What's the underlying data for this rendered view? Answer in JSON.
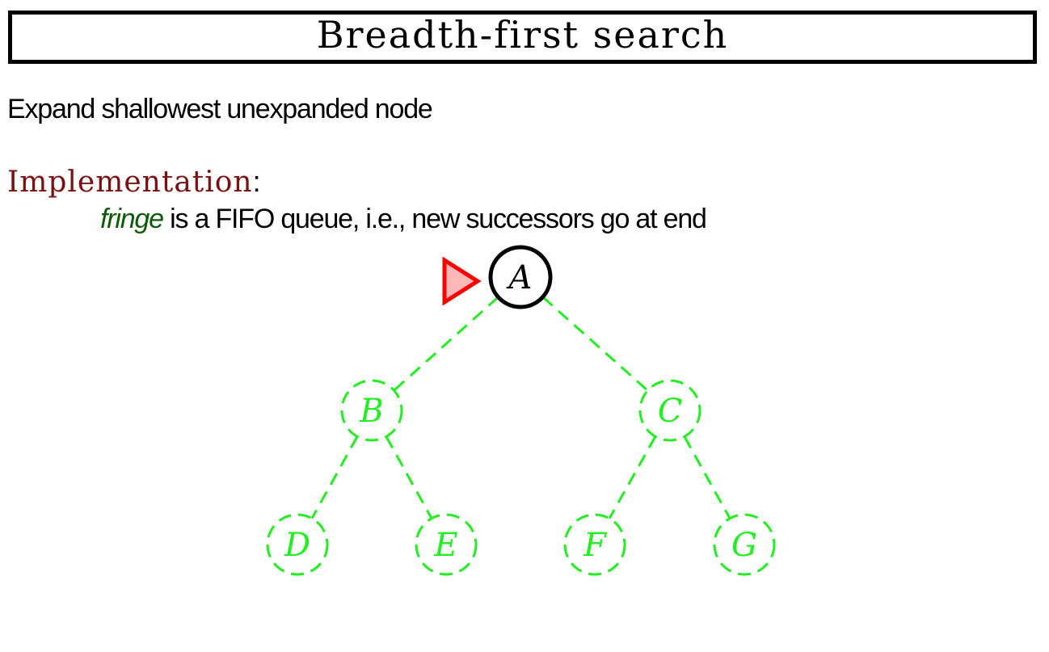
{
  "title": "Breadth-first search",
  "description": "Expand shallowest unexpanded node",
  "implementation": {
    "label": "Implementation",
    "colon": ":",
    "fringe_word": "fringe",
    "rest": " is a FIFO queue, i.e., new successors go at end"
  },
  "colors": {
    "expanded_node": "#000000",
    "fringe_node": "#22ee22",
    "pointer_stroke": "#ff0000",
    "pointer_fill": "#ffb8b8",
    "implementation_label": "#7a1010",
    "fringe_word": "#0a5a0a"
  },
  "tree": {
    "nodes": [
      {
        "id": "A",
        "label": "A",
        "state": "expanded",
        "current": true
      },
      {
        "id": "B",
        "label": "B",
        "state": "fringe"
      },
      {
        "id": "C",
        "label": "C",
        "state": "fringe"
      },
      {
        "id": "D",
        "label": "D",
        "state": "fringe"
      },
      {
        "id": "E",
        "label": "E",
        "state": "fringe"
      },
      {
        "id": "F",
        "label": "F",
        "state": "fringe"
      },
      {
        "id": "G",
        "label": "G",
        "state": "fringe"
      }
    ],
    "edges": [
      {
        "from": "A",
        "to": "B"
      },
      {
        "from": "A",
        "to": "C"
      },
      {
        "from": "B",
        "to": "D"
      },
      {
        "from": "B",
        "to": "E"
      },
      {
        "from": "C",
        "to": "F"
      },
      {
        "from": "C",
        "to": "G"
      }
    ]
  }
}
